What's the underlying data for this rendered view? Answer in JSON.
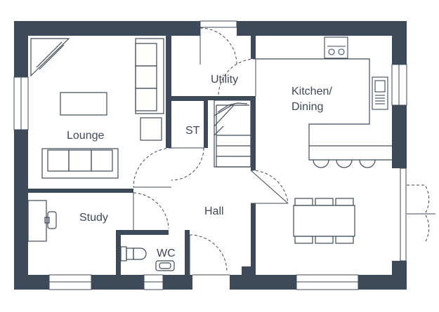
{
  "colors": {
    "wall": "#3d4a5a",
    "line": "#3d4a5a",
    "fixture": "#8a929c",
    "background": "#ffffff"
  },
  "rooms": {
    "lounge": "Lounge",
    "utility": "Utility",
    "kitchen_line1": "Kitchen/",
    "kitchen_line2": "Dining",
    "st": "ST",
    "study": "Study",
    "hall": "Hall",
    "wc": "WC"
  },
  "icons": [
    "fireplace-icon",
    "sofa-icon",
    "coffee-table-icon",
    "armchair-icon",
    "desk-icon",
    "desk-chair-icon",
    "toilet-icon",
    "basin-icon",
    "hob-icon",
    "sink-icon",
    "bar-stool-icon",
    "dining-table-icon",
    "dining-chair-icon",
    "staircase-icon",
    "door-swing-icon",
    "window-icon"
  ]
}
